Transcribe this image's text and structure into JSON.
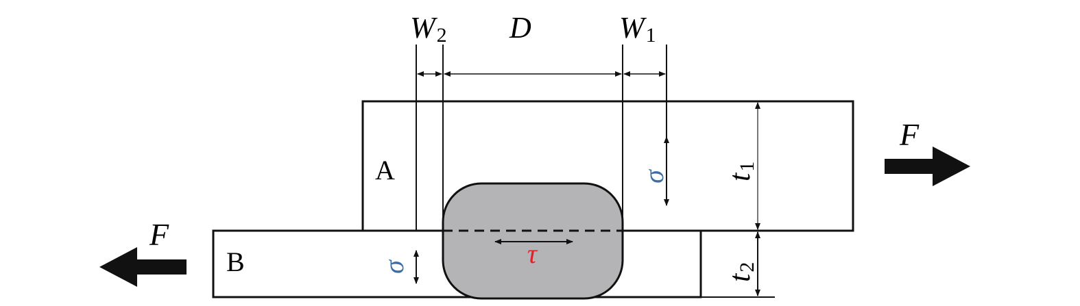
{
  "labels": {
    "w2": "W",
    "w2_sub": "2",
    "d": "D",
    "w1": "W",
    "w1_sub": "1",
    "plate_a": "A",
    "plate_b": "B",
    "force_right": "F",
    "force_left": "F",
    "sigma_a": "σ",
    "sigma_b": "σ",
    "tau": "τ",
    "t1": "t",
    "t1_sub": "1",
    "t2": "t",
    "t2_sub": "2"
  },
  "colors": {
    "sigma": "#3a6ea5",
    "tau": "#e0202a",
    "nugget": "#b4b4b6"
  }
}
